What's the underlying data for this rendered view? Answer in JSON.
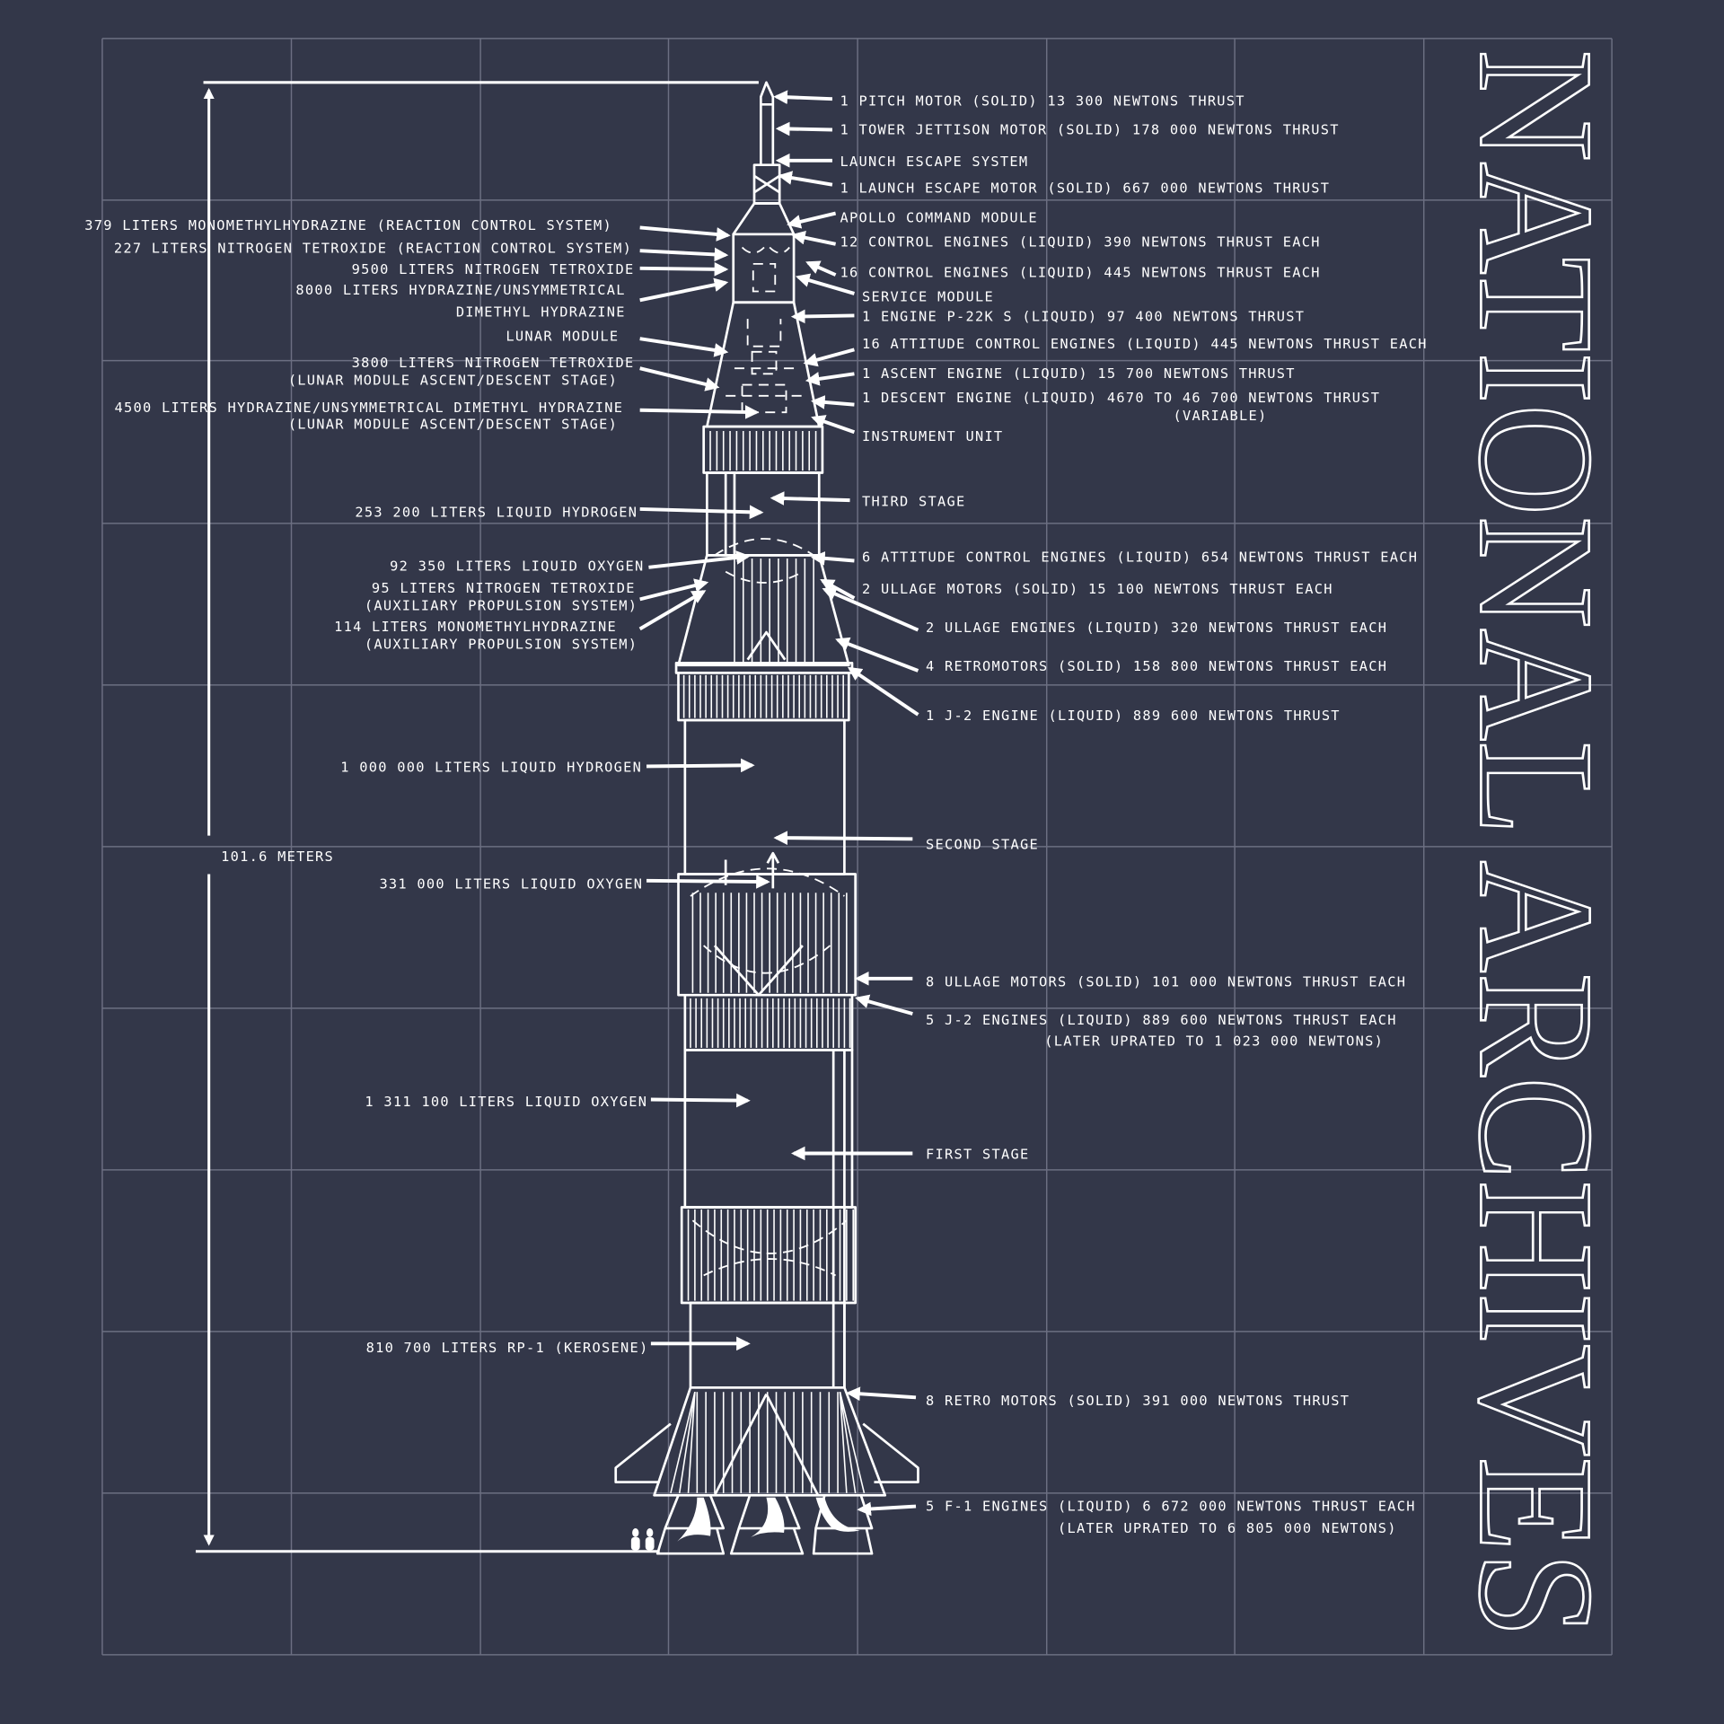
{
  "colors": {
    "background": "#333749",
    "grid": "#6c6f82",
    "ink": "#ffffff"
  },
  "title": "NATIONAL ARCHIVES",
  "height_label": "101.6 METERS",
  "left_labels": [
    "379 LITERS MONOMETHYLHYDRAZINE (REACTION CONTROL SYSTEM)",
    "227 LITERS NITROGEN TETROXIDE (REACTION CONTROL SYSTEM)",
    "9500 LITERS NITROGEN TETROXIDE",
    "8000 LITERS HYDRAZINE/UNSYMMETRICAL",
    "DIMETHYL HYDRAZINE",
    "LUNAR MODULE",
    "3800 LITERS NITROGEN TETROXIDE",
    "(LUNAR MODULE ASCENT/DESCENT STAGE)",
    "4500 LITERS HYDRAZINE/UNSYMMETRICAL DIMETHYL HYDRAZINE",
    "(LUNAR MODULE ASCENT/DESCENT STAGE)",
    "253 200 LITERS LIQUID HYDROGEN",
    "92 350 LITERS LIQUID OXYGEN",
    "95 LITERS NITROGEN TETROXIDE",
    "(AUXILIARY PROPULSION SYSTEM)",
    "114 LITERS MONOMETHYLHYDRAZINE",
    "(AUXILIARY PROPULSION SYSTEM)",
    "1 000 000 LITERS LIQUID HYDROGEN",
    "331 000 LITERS LIQUID OXYGEN",
    "1 311 100 LITERS LIQUID OXYGEN",
    "810 700 LITERS RP-1 (KEROSENE)"
  ],
  "right_labels": [
    "1 PITCH MOTOR (SOLID) 13 300 NEWTONS THRUST",
    "1 TOWER JETTISON MOTOR (SOLID) 178 000 NEWTONS THRUST",
    "LAUNCH ESCAPE SYSTEM",
    "1 LAUNCH ESCAPE MOTOR (SOLID) 667 000 NEWTONS THRUST",
    "APOLLO COMMAND MODULE",
    "12 CONTROL ENGINES (LIQUID) 390 NEWTONS THRUST EACH",
    "16 CONTROL ENGINES (LIQUID) 445 NEWTONS THRUST EACH",
    "SERVICE MODULE",
    "1 ENGINE P-22K S (LIQUID) 97 400 NEWTONS THRUST",
    "16 ATTITUDE CONTROL ENGINES (LIQUID) 445 NEWTONS THRUST EACH",
    "1 ASCENT ENGINE (LIQUID) 15 700 NEWTONS THRUST",
    "1 DESCENT ENGINE (LIQUID) 4670 TO 46 700 NEWTONS THRUST",
    "(VARIABLE)",
    "INSTRUMENT UNIT",
    "THIRD STAGE",
    "6 ATTITUDE CONTROL ENGINES (LIQUID) 654 NEWTONS THRUST EACH",
    "2 ULLAGE MOTORS (SOLID) 15 100 NEWTONS THRUST EACH",
    "2 ULLAGE ENGINES (LIQUID) 320 NEWTONS THRUST EACH",
    "4 RETROMOTORS (SOLID) 158 800 NEWTONS THRUST EACH",
    "1 J-2 ENGINE (LIQUID) 889 600 NEWTONS THRUST",
    "SECOND STAGE",
    "8 ULLAGE MOTORS (SOLID) 101 000 NEWTONS THRUST EACH",
    "5 J-2 ENGINES (LIQUID) 889 600 NEWTONS THRUST EACH",
    "(LATER UPRATED TO 1 023 000 NEWTONS)",
    "FIRST STAGE",
    "8 RETRO MOTORS (SOLID) 391 000 NEWTONS THRUST",
    "5 F-1 ENGINES (LIQUID) 6 672 000 NEWTONS THRUST EACH",
    "(LATER UPRATED TO 6 805 000 NEWTONS)"
  ]
}
